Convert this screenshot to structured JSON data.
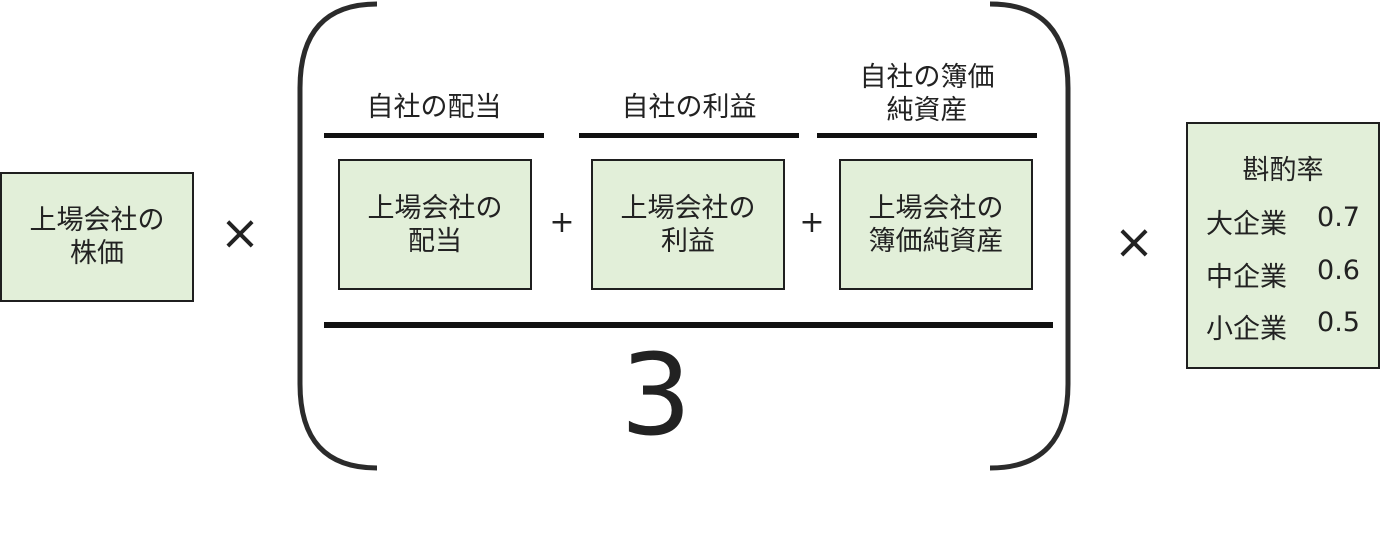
{
  "left_box": {
    "text": "上場会社の\n株価"
  },
  "operators": {
    "times_left": "×",
    "plus_1": "+",
    "plus_2": "+",
    "times_right": "×"
  },
  "numerators": [
    {
      "text": "自社の配当"
    },
    {
      "text": "自社の利益"
    },
    {
      "text": "自社の簿価\n純資産"
    }
  ],
  "denominator_boxes": [
    {
      "text": "上場会社の\n配当"
    },
    {
      "text": "上場会社の\n利益"
    },
    {
      "text": "上場会社の\n簿価純資産"
    }
  ],
  "divisor": "3",
  "rate_table": {
    "title": "斟酌率",
    "rows": [
      {
        "size": "大企業",
        "rate": "0.7"
      },
      {
        "size": "中企業",
        "rate": "0.6"
      },
      {
        "size": "小企業",
        "rate": "0.5"
      }
    ]
  },
  "colors": {
    "box_fill": "#e2efd9",
    "line": "#111111",
    "text": "#222222"
  }
}
